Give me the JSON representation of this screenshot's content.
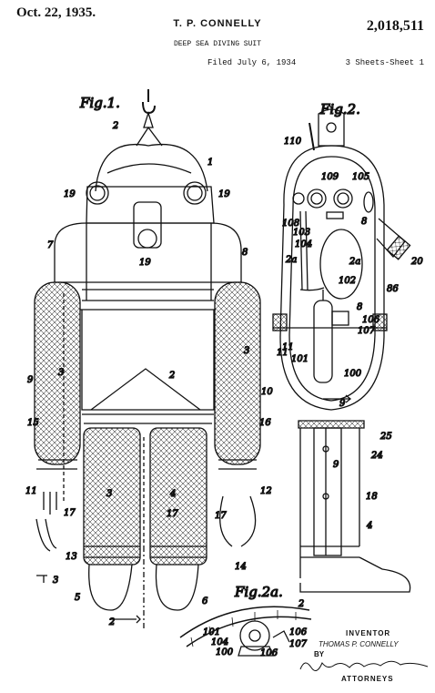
{
  "header": {
    "date": "Oct. 22, 1935.",
    "inventor": "T. P. CONNELLY",
    "patent_number": "2,018,511",
    "title": "DEEP SEA DIVING SUIT",
    "filed": "Filed July 6, 1934",
    "sheets": "3 Sheets-Sheet 1"
  },
  "figures": {
    "fig1": "Fig.1.",
    "fig2": "Fig.2.",
    "fig2a": "Fig.2a."
  },
  "reference_numerals": {
    "fig1": [
      "2",
      "1",
      "19",
      "19",
      "19",
      "7",
      "8",
      "3",
      "3",
      "2",
      "9",
      "10",
      "11",
      "15",
      "16",
      "11",
      "12",
      "3",
      "4",
      "17",
      "17",
      "17",
      "13",
      "14",
      "5",
      "6",
      "3",
      "2"
    ],
    "fig2": [
      "110",
      "109",
      "105",
      "108",
      "103",
      "8",
      "104",
      "2a",
      "2a",
      "102",
      "20",
      "86",
      "8",
      "106",
      "107",
      "11",
      "101",
      "100",
      "9",
      "25",
      "24",
      "9",
      "18",
      "4"
    ],
    "fig2a": [
      "2",
      "101",
      "104",
      "100",
      "106",
      "106",
      "107"
    ]
  },
  "signature_block": {
    "inventor_label": "INVENTOR",
    "inventor_name": "THOMAS P. CONNELLY",
    "by": "BY",
    "signature": "Pennie, Davis, Marvin & Edmonds",
    "attorneys": "ATTORNEYS"
  }
}
